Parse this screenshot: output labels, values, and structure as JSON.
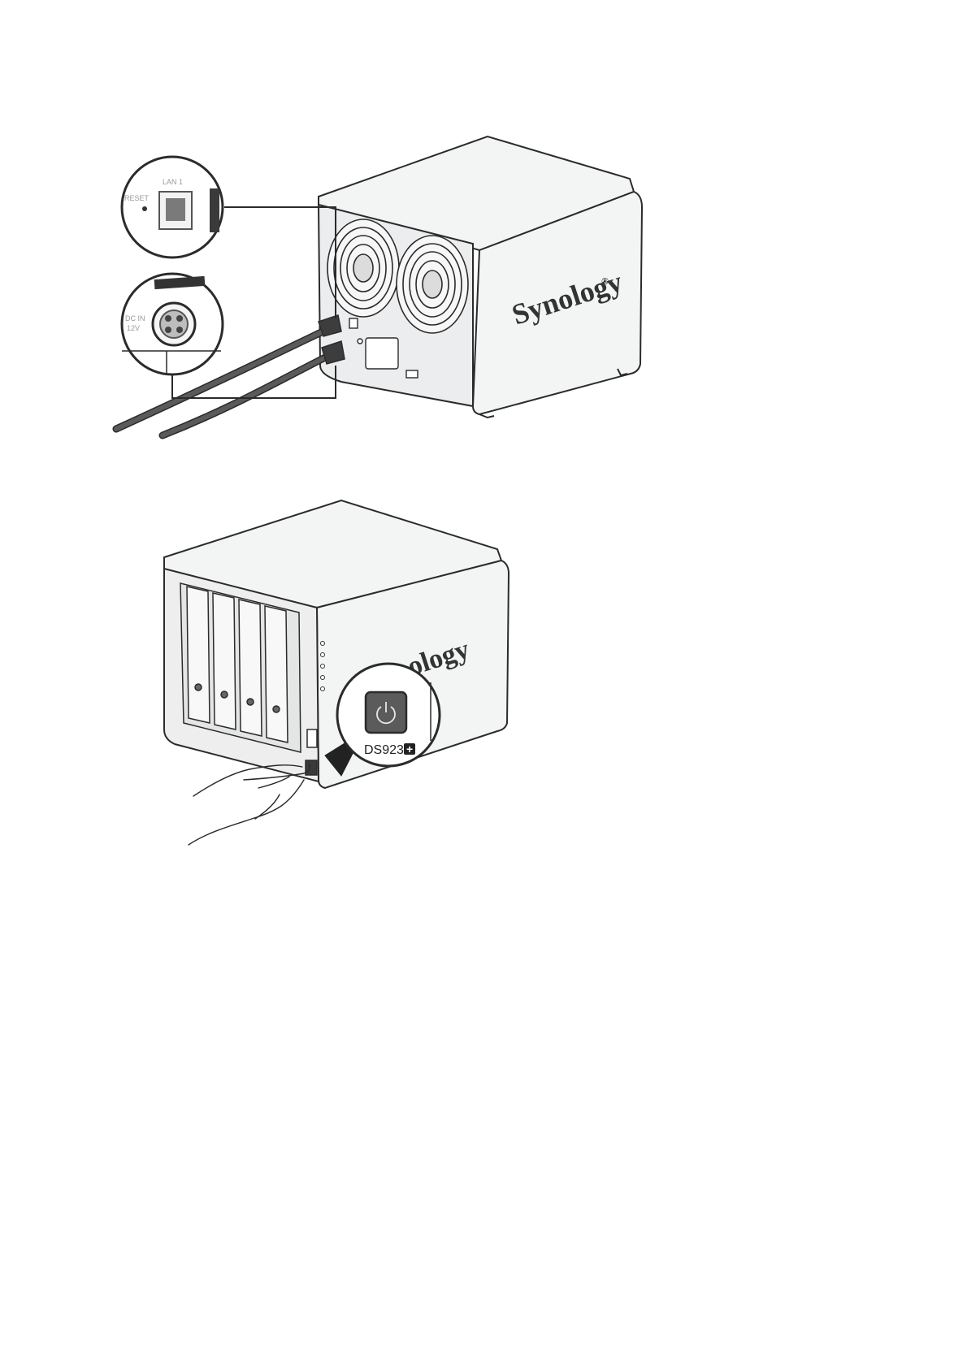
{
  "figure1": {
    "zoom_top": {
      "port_label": "LAN 1",
      "reset_label": "RESET"
    },
    "zoom_bottom": {
      "power_label_1": "DC IN",
      "power_label_2": "12V"
    },
    "brand": "Synology",
    "brand_mark": "®"
  },
  "figure2": {
    "brand_partial": "nology",
    "model_label": "DS923",
    "model_suffix": "+"
  },
  "colors": {
    "outline": "#2b2b2b",
    "chassis": "#f3f4f4",
    "cable": "#555555",
    "panel": "#e9eaea",
    "button": "#5b5b5b"
  }
}
